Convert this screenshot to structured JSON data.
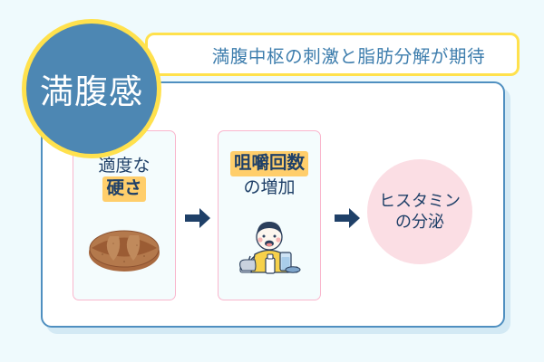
{
  "background_color": "#effafd",
  "banner": {
    "text": "満腹中枢の刺激と脂肪分解が期待",
    "border_color": "#ffe14d",
    "text_color": "#3d7dad"
  },
  "main_circle": {
    "label": "満腹感",
    "fill_color": "#4d87b3",
    "ring_color": "#ffe14d",
    "text_color": "#ffffff"
  },
  "panel": {
    "border_color": "#4f8fc0",
    "fill_color": "#ffffff"
  },
  "steps": [
    {
      "id": "step-hardness",
      "plain_text": "適度な",
      "highlight_text": "硬さ",
      "highlight_color": "#ffce6b",
      "text_color": "#1f4068",
      "border_color": "#f9b6cd",
      "fill_color": "#f4fcfd",
      "illustration": "bread-loaf-icon"
    },
    {
      "id": "step-chewing",
      "highlight_text": "咀嚼回数",
      "plain_text": "の増加",
      "highlight_color": "#ffce6b",
      "text_color": "#1f4068",
      "border_color": "#f9b6cd",
      "fill_color": "#f4fcfd",
      "illustration": "person-eating-icon"
    }
  ],
  "arrows": [
    {
      "id": "arrow-1",
      "color": "#1f4068"
    },
    {
      "id": "arrow-2",
      "color": "#1f4068"
    }
  ],
  "result": {
    "line1": "ヒスタミン",
    "line2": "の分泌",
    "fill_color": "#fbdee4",
    "text_color": "#1f4068"
  }
}
